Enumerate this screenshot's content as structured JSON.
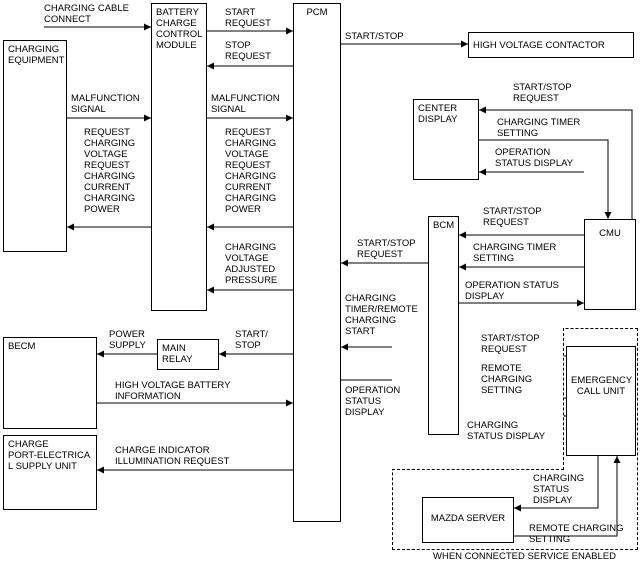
{
  "nodes": {
    "charging_equipment": "CHARGING\nEQUIPMENT",
    "bccm": "BATTERY\nCHARGE\nCONTROL\nMODULE",
    "pcm": "PCM",
    "hv_contactor": "HIGH VOLTAGE CONTACTOR",
    "center_display": "CENTER\nDISPLAY",
    "cmu": "CMU",
    "bcm": "BCM",
    "becm": "BECM",
    "main_relay": "MAIN\nRELAY",
    "emergency_call_unit": "EMERGENCY\nCALL UNIT",
    "charge_port_unit": "CHARGE\nPORT-ELECTRICA\nL SUPPLY UNIT",
    "mazda_server": "MAZDA SERVER"
  },
  "labels": {
    "charging_cable_connect": "CHARGING CABLE\nCONNECT",
    "start_request": "START\nREQUEST",
    "stop_request": "STOP\nREQUEST",
    "start_stop_hv": "START/STOP",
    "malfunction_left": "MALFUNCTION\nSIGNAL",
    "malfunction_right": "MALFUNCTION\nSIGNAL",
    "left_requests": "REQUEST\nCHARGING\nVOLTAGE\nREQUEST\nCHARGING\nCURRENT\nCHARGING\nPOWER",
    "right_requests": "REQUEST\nCHARGING\nVOLTAGE\nREQUEST\nCHARGING\nCURRENT\nCHARGING\nPOWER",
    "charging_voltage_adjusted": "CHARGING\nVOLTAGE\nADJUSTED\nPRESSURE",
    "cmu_start_stop_request": "START/STOP\nREQUEST",
    "cmu_charging_timer_setting": "CHARGING TIMER\nSETTING",
    "cmu_operation_status_display": "OPERATION\nSTATUS DISPLAY",
    "bcm_start_stop_request_from_cmu": "START/STOP\nREQUEST",
    "bcm_charging_timer_setting": "CHARGING TIMER\nSETTING",
    "bcm_operation_status_display": "OPERATION STATUS\nDISPLAY",
    "pcm_start_stop_request": "START/STOP\nREQUEST",
    "charging_timer_remote": "CHARGING\nTIMER/REMOTE\nCHARGING\nSTART",
    "power_supply": "POWER\nSUPPLY",
    "start_stop_relay": "START/\nSTOP",
    "hv_battery_info": "HIGH VOLTAGE BATTERY\nINFORMATION",
    "operation_status_display_bcm": "OPERATION\nSTATUS\nDISPLAY",
    "ecu_start_stop_request": "START/STOP\nREQUEST",
    "remote_charging_setting": "REMOTE\nCHARGING\nSETTING",
    "charging_status_display": "CHARGING\nSTATUS DISPLAY",
    "charge_indicator": "CHARGE INDICATOR\nILLUMINATION REQUEST",
    "server_charging_status_display": "CHARGING\nSTATUS\nDISPLAY",
    "remote_charging_setting_server": "REMOTE CHARGING\nSETTING",
    "connected_service": "WHEN CONNECTED SERVICE ENABLED"
  }
}
